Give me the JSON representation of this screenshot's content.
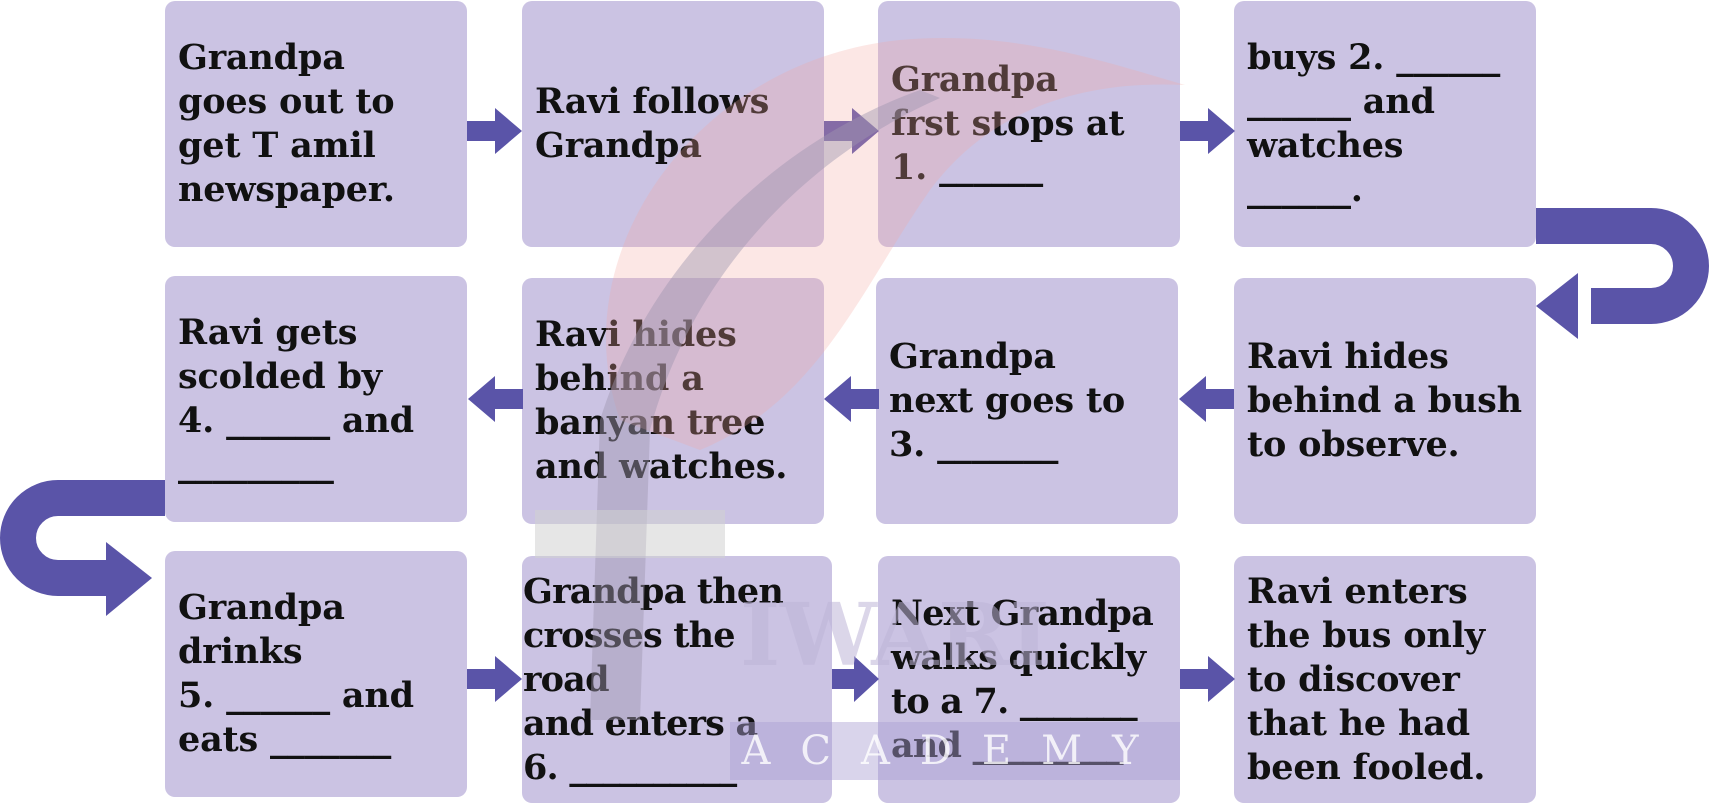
{
  "colors": {
    "box": "#cbc3e3",
    "arrow": "#5a54a8",
    "text": "#111111"
  },
  "steps": [
    {
      "id": 1,
      "text": "Grandpa\ngoes out to\nget T amil\nnewspaper."
    },
    {
      "id": 2,
      "text": "Ravi follows\nGrandpa"
    },
    {
      "id": 3,
      "text": "Grandpa\nfrst stops at\n1. ______"
    },
    {
      "id": 4,
      "text": "buys 2. ______\n______ and\nwatches\n______."
    },
    {
      "id": 5,
      "text": "Ravi hides\nbehind a bush\nto observe."
    },
    {
      "id": 6,
      "text": "Grandpa\nnext goes to\n3. _______"
    },
    {
      "id": 7,
      "text": "Ravi hides\nbehind a\nbanyan tree\nand watches."
    },
    {
      "id": 8,
      "text": "Ravi gets\nscolded by\n4. ______ and\n_________"
    },
    {
      "id": 9,
      "text": "Grandpa\ndrinks\n5. ______ and\neats _______"
    },
    {
      "id": 10,
      "text": "Grandpa then\ncrosses the road\nand enters a\n6. __________"
    },
    {
      "id": 11,
      "text": "Next Grandpa\nwalks quickly\nto a 7. _______\nand _________"
    },
    {
      "id": 12,
      "text": "Ravi enters\nthe bus only\nto discover\nthat he had\nbeen fooled."
    }
  ],
  "watermark": {
    "main": "IWARI",
    "sub": "ACADEMY"
  }
}
